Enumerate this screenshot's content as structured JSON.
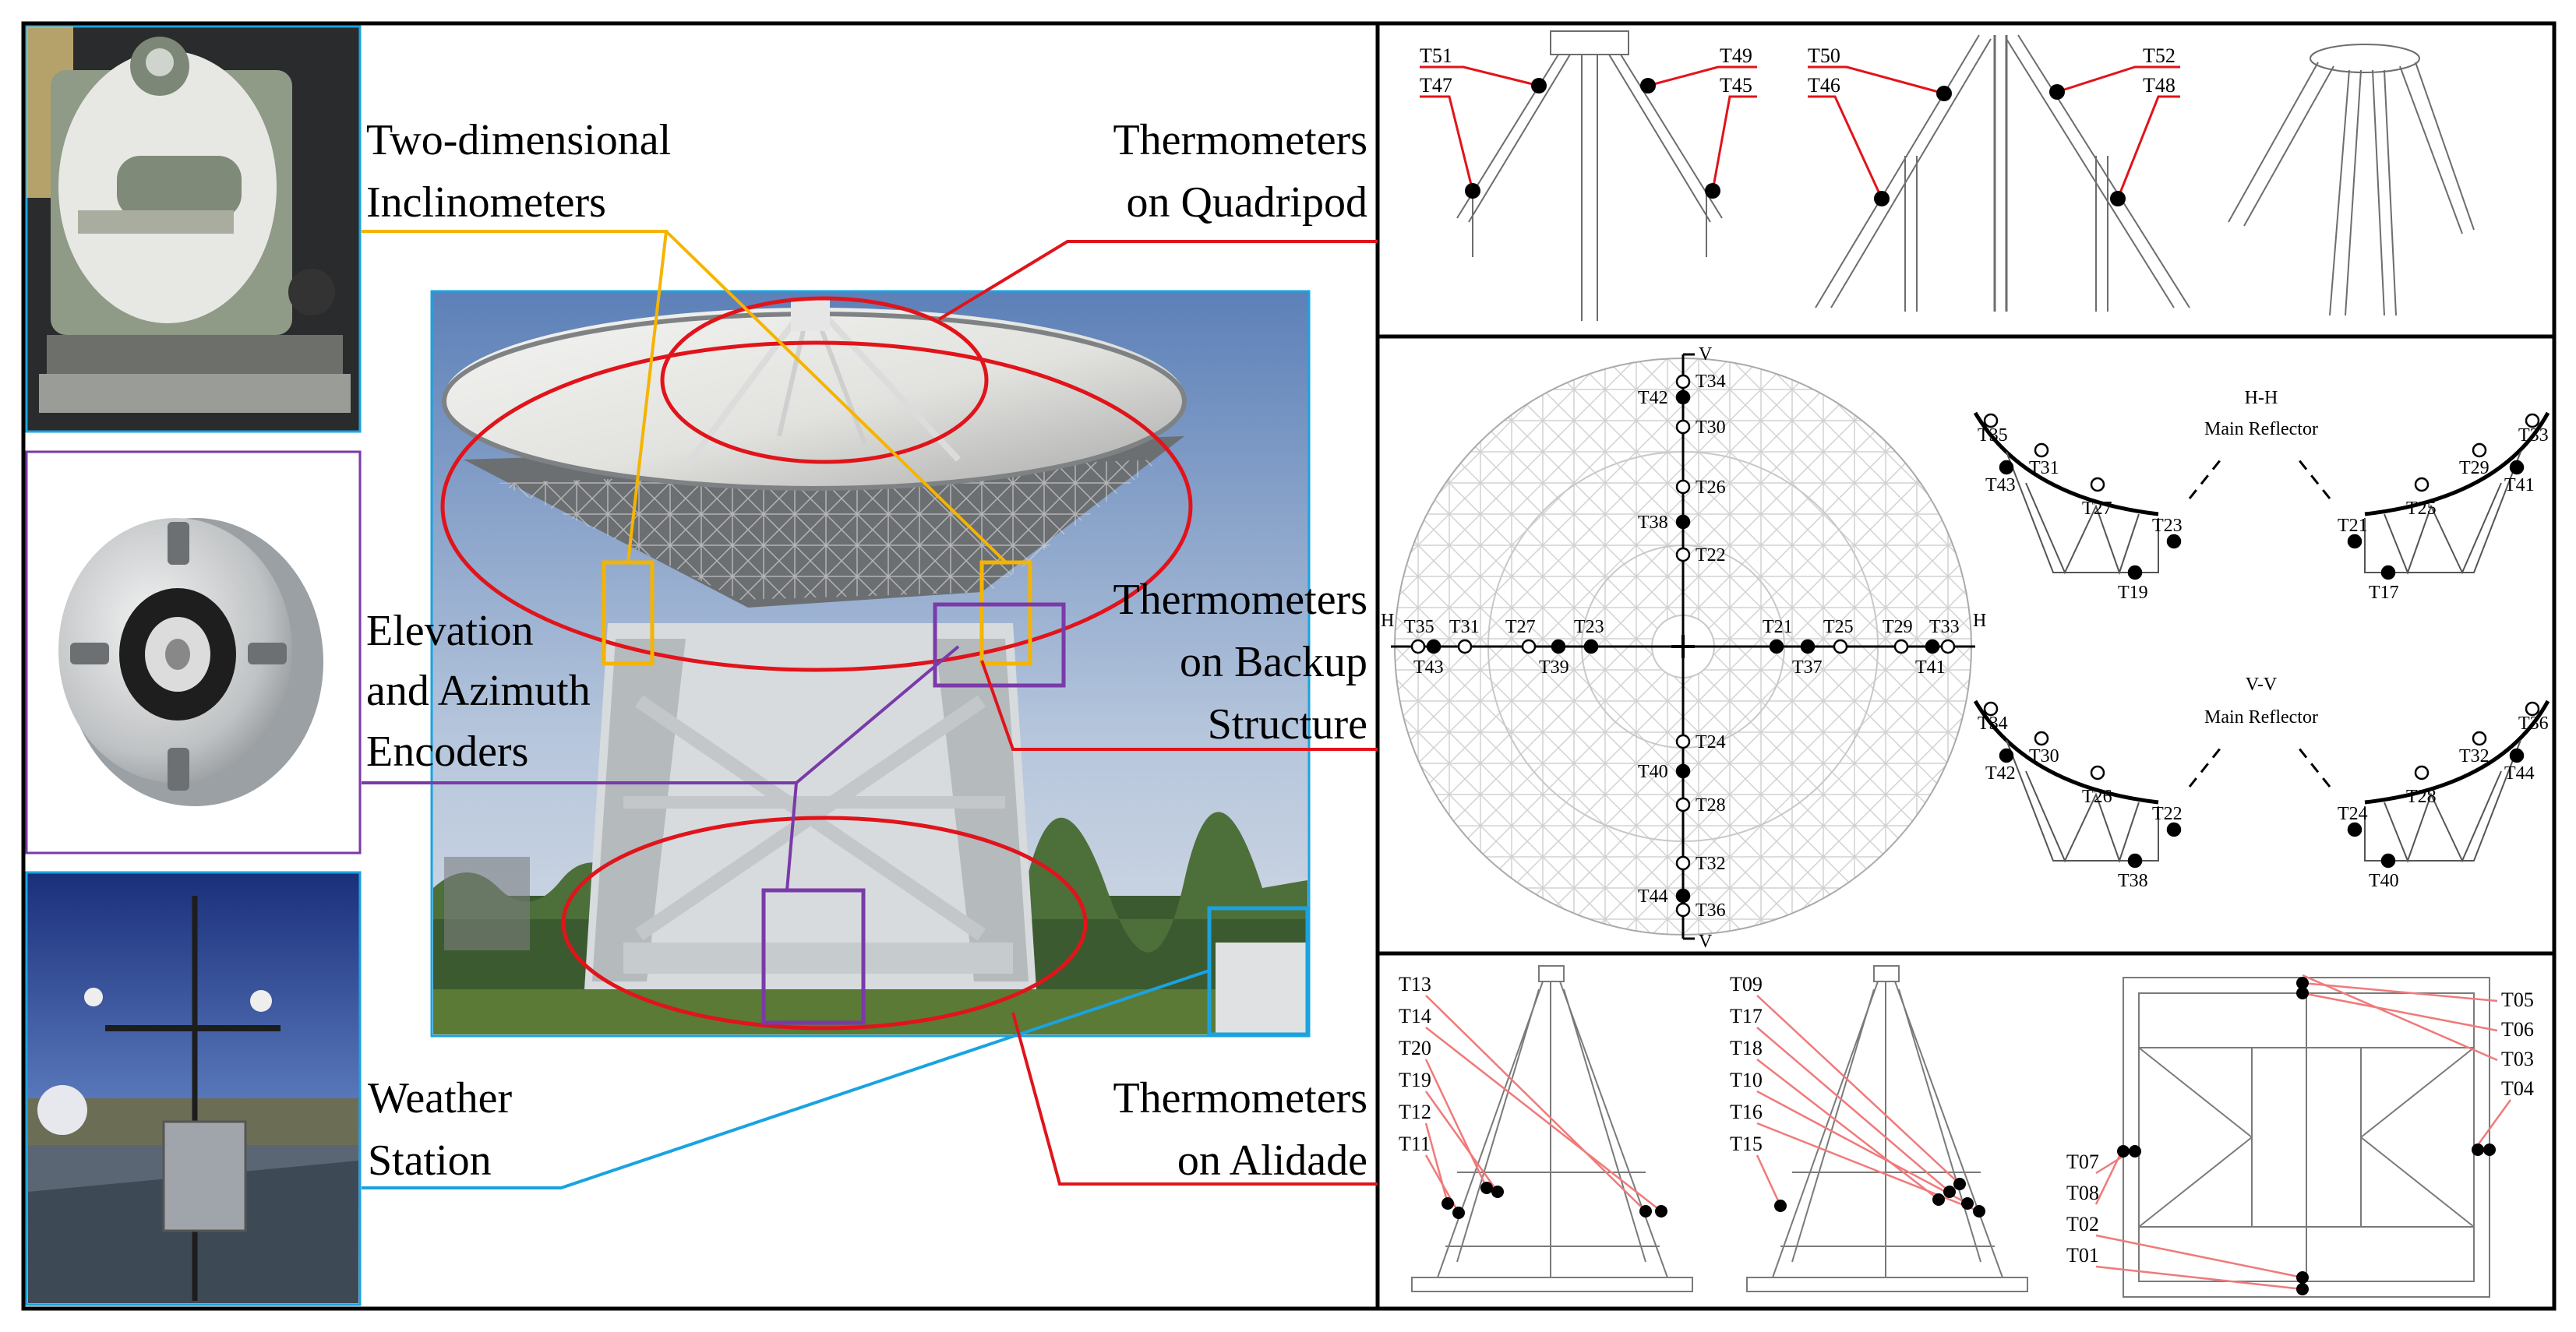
{
  "colors": {
    "yellow": "#f5b400",
    "red": "#e0141a",
    "purple": "#7a3aa8",
    "cyan": "#1aa3e0",
    "black": "#000000"
  },
  "callouts": {
    "inclinometers": [
      "Two-dimensional",
      "Inclinometers"
    ],
    "encoders": [
      "Elevation",
      "and Azimuth",
      "Encoders"
    ],
    "weather": [
      "Weather",
      "Station"
    ],
    "quadripod": [
      "Thermometers",
      "on Quadripod"
    ],
    "backup": [
      "Thermometers",
      "on Backup",
      "Structure"
    ],
    "alidade": [
      "Thermometers",
      "on Alidade"
    ]
  },
  "quadripod_panel": {
    "left_pair_top": [
      "T51",
      "T49"
    ],
    "left_pair_bottom": [
      "T47",
      "T45"
    ],
    "right_pair_top": [
      "T50",
      "T52"
    ],
    "right_pair_bottom": [
      "T46",
      "T48"
    ]
  },
  "backup_panel": {
    "axis": {
      "v": "V",
      "h": "H"
    },
    "vertical_labels": [
      "T34",
      "T42",
      "T30",
      "T26",
      "T38",
      "T22",
      "T24",
      "T40",
      "T28",
      "T32",
      "T44",
      "T36"
    ],
    "horizontal_top": [
      "T35",
      "T31",
      "T27",
      "T23",
      "T21",
      "T25",
      "T29",
      "T33"
    ],
    "horizontal_bottom": [
      "T43",
      "T39",
      "T37",
      "T41"
    ],
    "hh": {
      "title": "H-H",
      "subtitle": "Main Reflector",
      "left": [
        "T35",
        "T31",
        "T43",
        "T27",
        "T23",
        "T19"
      ],
      "right": [
        "T33",
        "T29",
        "T41",
        "T25",
        "T21",
        "T17"
      ]
    },
    "vv": {
      "title": "V-V",
      "subtitle": "Main Reflector",
      "left": [
        "T34",
        "T30",
        "T42",
        "T26",
        "T22",
        "T38"
      ],
      "right": [
        "T36",
        "T32",
        "T44",
        "T28",
        "T24",
        "T40"
      ]
    }
  },
  "alidade_panel": {
    "left_tower": [
      "T13",
      "T14",
      "T20",
      "T19",
      "T12",
      "T11"
    ],
    "mid_tower": [
      "T09",
      "T17",
      "T18",
      "T10",
      "T16",
      "T15"
    ],
    "plan_right": [
      "T05",
      "T06",
      "T03",
      "T04"
    ],
    "plan_left": [
      "T07",
      "T08",
      "T02",
      "T01"
    ]
  }
}
